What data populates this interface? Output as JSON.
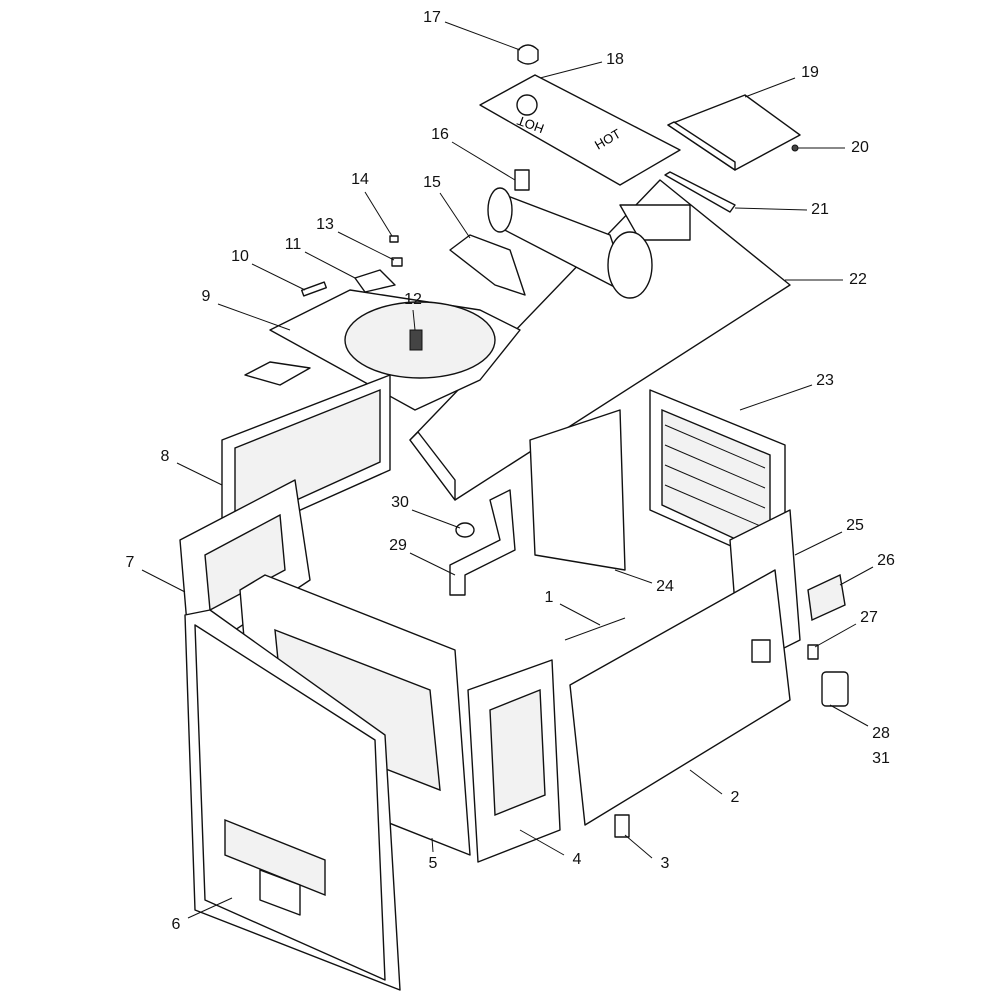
{
  "diagram": {
    "type": "exploded parts diagram",
    "decal_text": "HOT",
    "callouts": [
      "1",
      "2",
      "3",
      "4",
      "5",
      "6",
      "7",
      "8",
      "9",
      "10",
      "11",
      "12",
      "13",
      "14",
      "15",
      "16",
      "17",
      "18",
      "19",
      "20",
      "21",
      "22",
      "23",
      "24",
      "25",
      "26",
      "27",
      "28",
      "29",
      "30",
      "31"
    ]
  }
}
